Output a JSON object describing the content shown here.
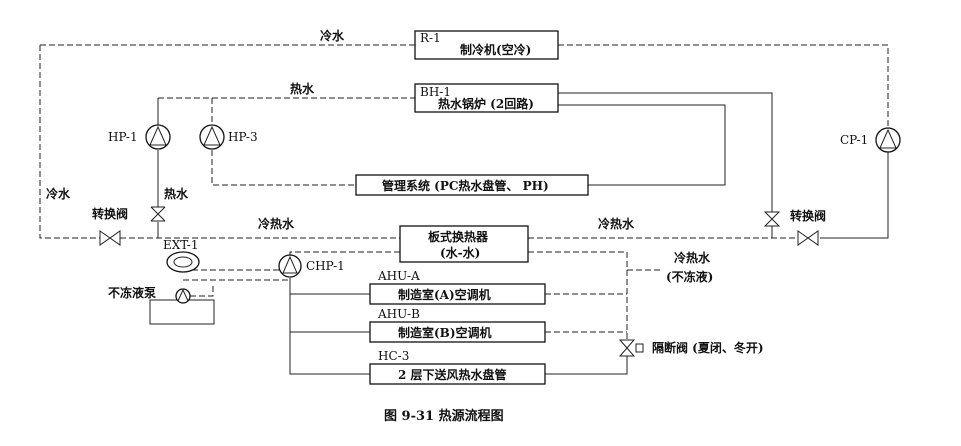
{
  "units": {
    "r1": {
      "id": "R-1",
      "name": "制冷机(空冷)"
    },
    "bh1": {
      "id": "BH-1",
      "name": "热水锅炉 (2回路)"
    },
    "mgmt": {
      "name": "管理系统 (PC热水盘管、 PH)"
    },
    "hx": {
      "name_line1": "板式换热器",
      "name_line2": "(水-水)"
    },
    "ahu_a": {
      "id": "AHU-A",
      "name": "制造室(A)空调机"
    },
    "ahu_b": {
      "id": "AHU-B",
      "name": "制造室(B)空调机"
    },
    "hc3": {
      "id": "HC-3",
      "name": "2 层下送风热水盘管"
    }
  },
  "pumps": {
    "hp1": "HP-1",
    "hp3": "HP-3",
    "cp1": "CP-1",
    "chp1": "CHP-1",
    "ext1": "EXT-1",
    "antifreeze_pump": "不冻液泵"
  },
  "valves": {
    "switch_left": "转换阀",
    "switch_right": "转换阀",
    "isolation": "隔断阀 (夏闭、冬开)"
  },
  "flow_labels": {
    "cold_top": "冷水",
    "hot_top": "热水",
    "cold_left": "冷水",
    "hot_mid": "热水",
    "coldhot_left": "冷热水",
    "coldhot_right": "冷热水",
    "coldhot_side_1": "冷热水",
    "coldhot_side_2": "(不冻液)"
  },
  "caption": "图 9-31    热源流程图"
}
